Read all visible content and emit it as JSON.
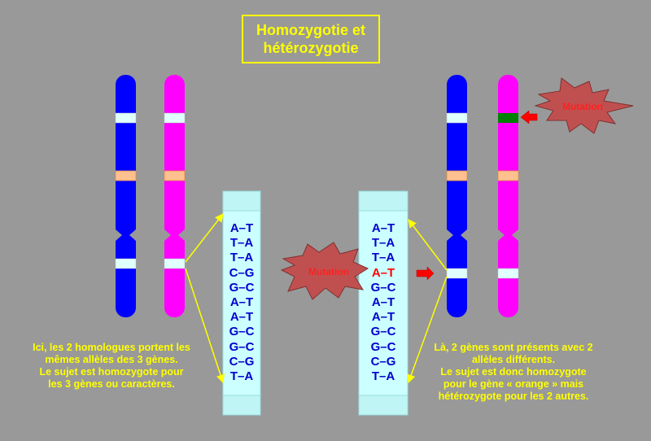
{
  "title": {
    "line1": "Homozygotie et",
    "line2": "hétérozygotie"
  },
  "colors": {
    "background": "#999999",
    "chromosome_blue": "#0000ff",
    "chromosome_magenta": "#ff00ff",
    "gene_band": "#e0ffff",
    "orange_band": "#ffc090",
    "mutant_band": "#008000",
    "text_yellow": "#ffff00",
    "dna_strip": "#ccffff",
    "mutation_star": "#c05050",
    "arrow_red": "#ff0000"
  },
  "left_sequence": [
    "A–T",
    "T–A",
    "T–A",
    "C–G",
    "G–C",
    "A–T",
    "A–T",
    "G–C",
    "G–C",
    "C–G",
    "T–A"
  ],
  "right_sequence": [
    "A–T",
    "T–A",
    "T–A",
    "A–T",
    "G–C",
    "A–T",
    "A–T",
    "G–C",
    "G–C",
    "C–G",
    "T–A"
  ],
  "mutated_index": 3,
  "mutation_label_center": "Mutation",
  "mutation_label_top": "Mutation",
  "left_caption": {
    "line1": "Ici, les 2 homologues portent les",
    "line2": "mêmes allèles des 3 gènes.",
    "line3": "Le sujet est homozygote pour",
    "line4": "les 3 gènes ou caractères."
  },
  "right_caption": {
    "line1": "Là, 2 gènes sont présents avec 2",
    "line2": "allèles différents.",
    "line3": "Le sujet est donc homozygote",
    "line4": "pour le gène « orange » mais",
    "line5": "hétérozygote pour les 2 autres."
  }
}
